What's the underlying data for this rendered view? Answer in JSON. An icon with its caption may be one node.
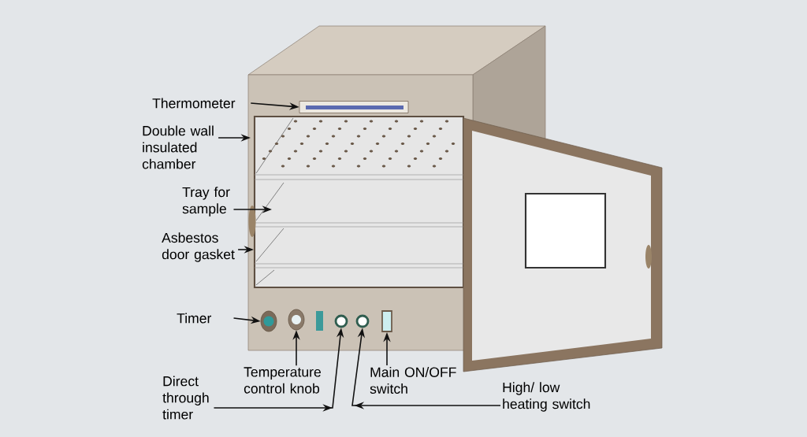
{
  "diagram": {
    "nodes": [
      {
        "text": [
          "Thermometer"
        ]
      },
      {
        "text": [
          "Double wall insulated chamber"
        ]
      },
      {
        "text": [
          "Tray for sample"
        ]
      },
      {
        "text": [
          "Asbestos door gasket"
        ]
      },
      {
        "text": [
          "Timer"
        ]
      },
      {
        "text": [
          "Temperature control knob"
        ]
      },
      {
        "text": [
          "Direct through timer"
        ]
      },
      {
        "text": [
          "Main ON/OFF switch"
        ]
      },
      {
        "text": [
          "High/ low heating switch"
        ]
      },
      {
        "text": [],
        "shape": "bar"
      },
      {
        "text": [],
        "shape": "circle"
      },
      {
        "text": [],
        "shape": "circle"
      },
      {
        "text": [],
        "shape": "circle"
      },
      {
        "text": [],
        "shape": "circle"
      },
      {
        "text": [],
        "shape": "box"
      }
    ],
    "edges": [
      {
        "from": 0,
        "to": 9,
        "arrow": "to"
      },
      {
        "from": 1,
        "to": null,
        "arrow": "to"
      },
      {
        "from": 2,
        "to": null,
        "arrow": "to"
      },
      {
        "from": 3,
        "to": null,
        "arrow": "to"
      },
      {
        "from": 4,
        "to": 10,
        "arrow": "to"
      },
      {
        "from": 5,
        "to": 11,
        "arrow": "to"
      },
      {
        "from": 6,
        "to": 12,
        "arrow": "to"
      },
      {
        "from": 7,
        "to": 14,
        "arrow": "to"
      },
      {
        "from": 8,
        "to": 13,
        "arrow": "to"
      }
    ]
  }
}
